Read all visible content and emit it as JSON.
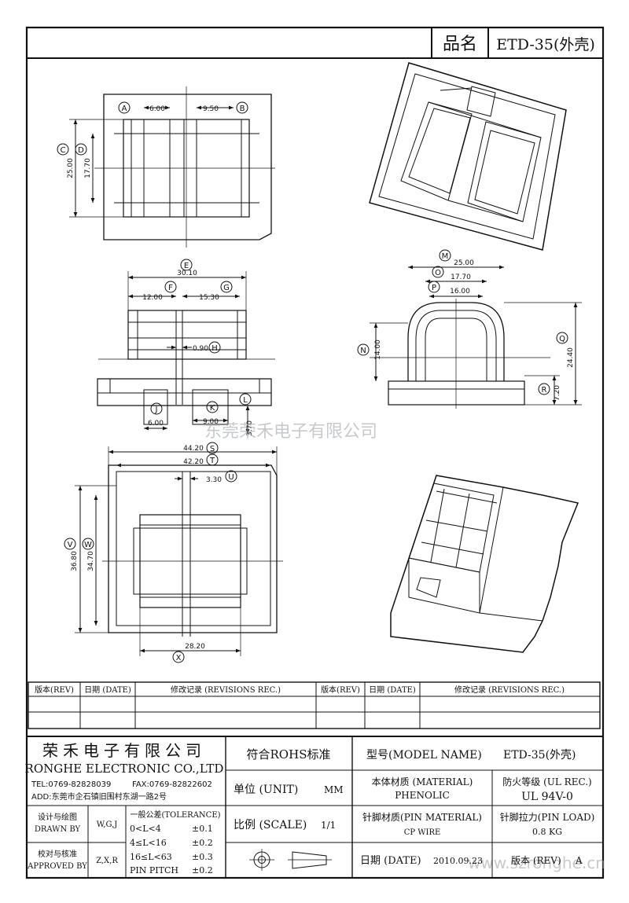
{
  "header": {
    "name_label": "品名",
    "name_value": "ETD-35(外壳)"
  },
  "dimensions": {
    "top_view": {
      "A": "6.00",
      "B": "9.50",
      "C": "25.00",
      "D": "17.70"
    },
    "front_view": {
      "E": "30.10",
      "F": "12.00",
      "G": "15.30",
      "H": "0.90",
      "J": "6.00",
      "K": "9.00",
      "L": "3.70"
    },
    "side_view": {
      "M": "25.00",
      "O": "17.70",
      "P": "16.00",
      "N": "14.00",
      "Q": "24.40",
      "R": "7.20"
    },
    "bottom_view": {
      "S": "44.20",
      "T": "42.20",
      "U": "3.30",
      "V": "36.80",
      "W": "34.70",
      "X": "28.20"
    }
  },
  "watermark_top": "东莞荣禾电子有限公司",
  "watermark_bottom": "www.szronghe.cn",
  "revision_table": {
    "headers": [
      "版本(REV)",
      "日期 (DATE)",
      "修改记录 (REVISIONS REC.)",
      "版本(REV)",
      "日期 (DATE)",
      "修改记录 (REVISIONS REC.)"
    ]
  },
  "company": {
    "name_cn": "荣禾电子有限公司",
    "name_en": "RONGHE ELECTRONIC CO.,LTD",
    "tel": "TEL:0769-82828039",
    "fax": "FAX:0769-82822602",
    "address": "ADD:东莞市企石镇旧围村东湖一路2号"
  },
  "title_block": {
    "rohs": "符合ROHS标准",
    "model_label": "型号(MODEL NAME)",
    "model_value": "ETD-35(外壳)",
    "unit_label": "单位 (UNIT)",
    "unit_value": "MM",
    "material_label": "本体材质 (MATERIAL)",
    "material_value": "PHENOLIC",
    "fire_label": "防火等级 (UL REC.)",
    "fire_value": "UL 94V-0",
    "scale_label": "比例 (SCALE)",
    "scale_value": "1/1",
    "pin_material_label": "针脚材质(PIN MATERIAL)",
    "pin_material_value": "CP WIRE",
    "pin_load_label": "针脚拉力(PIN LOAD)",
    "pin_load_value": "0.8 KG",
    "date_label": "日期 (DATE)",
    "date_value": "2010.09.23",
    "rev_label": "版本 (REV)",
    "rev_value": "A",
    "drawn_label_cn": "设计与绘图",
    "drawn_label_en": "DRAWN BY",
    "drawn_value": "W,G,J",
    "approved_label_cn": "校对与核准",
    "approved_label_en": "APPROVED BY",
    "approved_value": "Z,X,R",
    "tolerance_title": "一般公差(TOLERANCE)",
    "tol_rows": [
      {
        "range": "0<L<4",
        "value": "±0.1"
      },
      {
        "range": "4≤L<16",
        "value": "±0.2"
      },
      {
        "range": "16≤L<63",
        "value": "±0.3"
      },
      {
        "range": "PIN PITCH",
        "value": "±0.2"
      }
    ]
  }
}
